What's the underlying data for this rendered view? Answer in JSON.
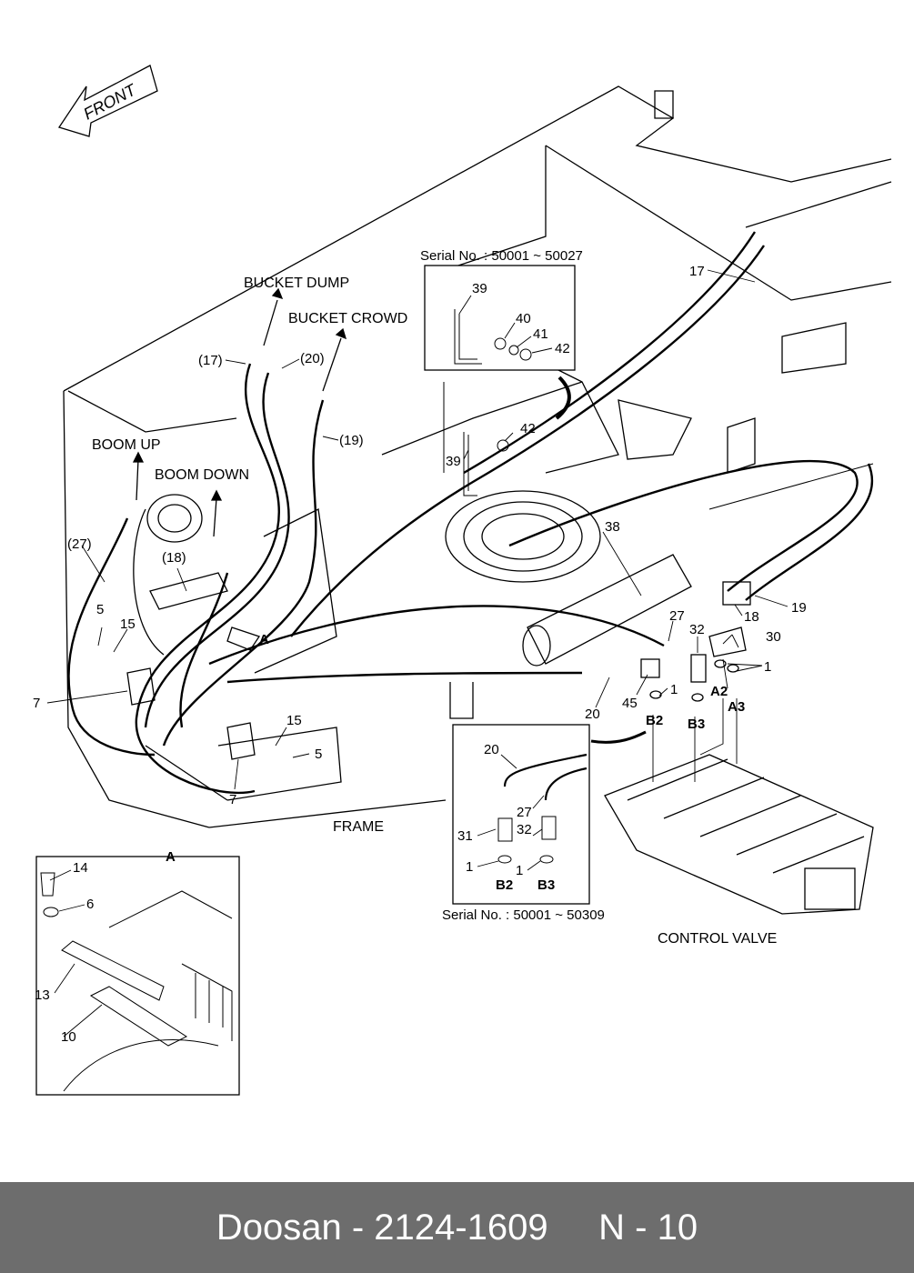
{
  "diagram": {
    "front_label": "FRONT",
    "directions": {
      "bucket_dump": "BUCKET DUMP",
      "bucket_crowd": "BUCKET CROWD",
      "boom_up": "BOOM UP",
      "boom_down": "BOOM DOWN"
    },
    "serial_notes": {
      "top_inset": "Serial No. : 50001 ~ 50027",
      "bottom_inset": "Serial No. : 50001 ~ 50309"
    },
    "frame_label": "FRAME",
    "control_valve_label": "CONTROL VALVE",
    "detail_label": "A",
    "callout_a": "A",
    "ports": {
      "a2": "A2",
      "a3": "A3",
      "b2": "B2",
      "b3": "B3"
    },
    "part_labels": {
      "p17_paren": "(17)",
      "p20_paren": "(20)",
      "p19_paren": "(19)",
      "p27_paren": "(27)",
      "p18_paren": "(18)",
      "p17": "17",
      "p38": "38",
      "p27": "27",
      "p32": "32",
      "p30": "30",
      "p18": "18",
      "p19": "19",
      "p1a": "1",
      "p1b": "1",
      "p45": "45",
      "p20": "20",
      "p5a": "5",
      "p15a": "15",
      "p7a": "7",
      "p15b": "15",
      "p5b": "5",
      "p7b": "7",
      "p39a": "39",
      "p40": "40",
      "p41": "41",
      "p42a": "42",
      "p42b": "42",
      "p39b": "39",
      "ins_20": "20",
      "ins_27": "27",
      "ins_31": "31",
      "ins_32": "32",
      "ins_1a": "1",
      "ins_1b": "1",
      "ins_b2": "B2",
      "ins_b3": "B3",
      "det_14": "14",
      "det_6": "6",
      "det_13": "13",
      "det_10": "10"
    }
  },
  "footer": {
    "text": "Doosan - 2124-1609     N - 10"
  }
}
